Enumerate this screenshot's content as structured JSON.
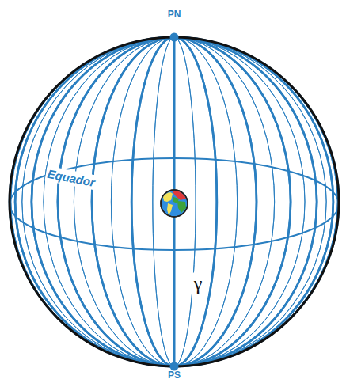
{
  "diagram": {
    "labels": [
      "PN",
      "PS",
      "Equador",
      "γ"
    ]
  }
}
